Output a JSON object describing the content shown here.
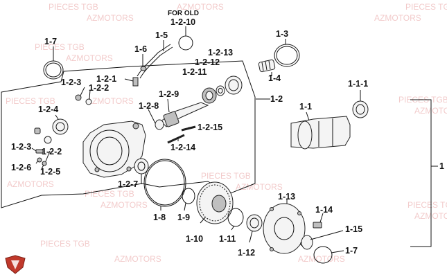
{
  "note": {
    "line1": "FOR OLD",
    "line2": "1-2-10"
  },
  "watermark": {
    "brand": "PIECES TGB",
    "company": "AZMOTORS"
  },
  "labels": {
    "l_1_7_top": "1-7",
    "l_1_6": "1-6",
    "l_1_5": "1-5",
    "l_1_3": "1-3",
    "l_1_4": "1-4",
    "l_1_2_13": "1-2-13",
    "l_1_2_12": "1-2-12",
    "l_1_2_11": "1-2-11",
    "l_1_2_1": "1-2-1",
    "l_1_2_3_top": "1-2-3",
    "l_1_2_2_top": "1-2-2",
    "l_1_2_9": "1-2-9",
    "l_1_2_8": "1-2-8",
    "l_1_2": "1-2",
    "l_1_1_1": "1-1-1",
    "l_1_2_4": "1-2-4",
    "l_1_1": "1-1",
    "l_1_2_15": "1-2-15",
    "l_1_2_14": "1-2-14",
    "l_1_2_3_bot": "1-2-3",
    "l_1_2_2_bot": "1-2-2",
    "l_1_2_6": "1-2-6",
    "l_1_2_5": "1-2-5",
    "l_1_2_7": "1-2-7",
    "l_1": "1",
    "l_1_13": "1-13",
    "l_1_14": "1-14",
    "l_1_8": "1-8",
    "l_1_9": "1-9",
    "l_1_15": "1-15",
    "l_1_10": "1-10",
    "l_1_11": "1-11",
    "l_1_7_bot": "1-7",
    "l_1_12": "1-12"
  },
  "colors": {
    "ink": "#111111",
    "watermark": "#e8a0a0",
    "logo": "#c0392b"
  },
  "icons": {
    "logo": "tgb-shield-logo"
  }
}
